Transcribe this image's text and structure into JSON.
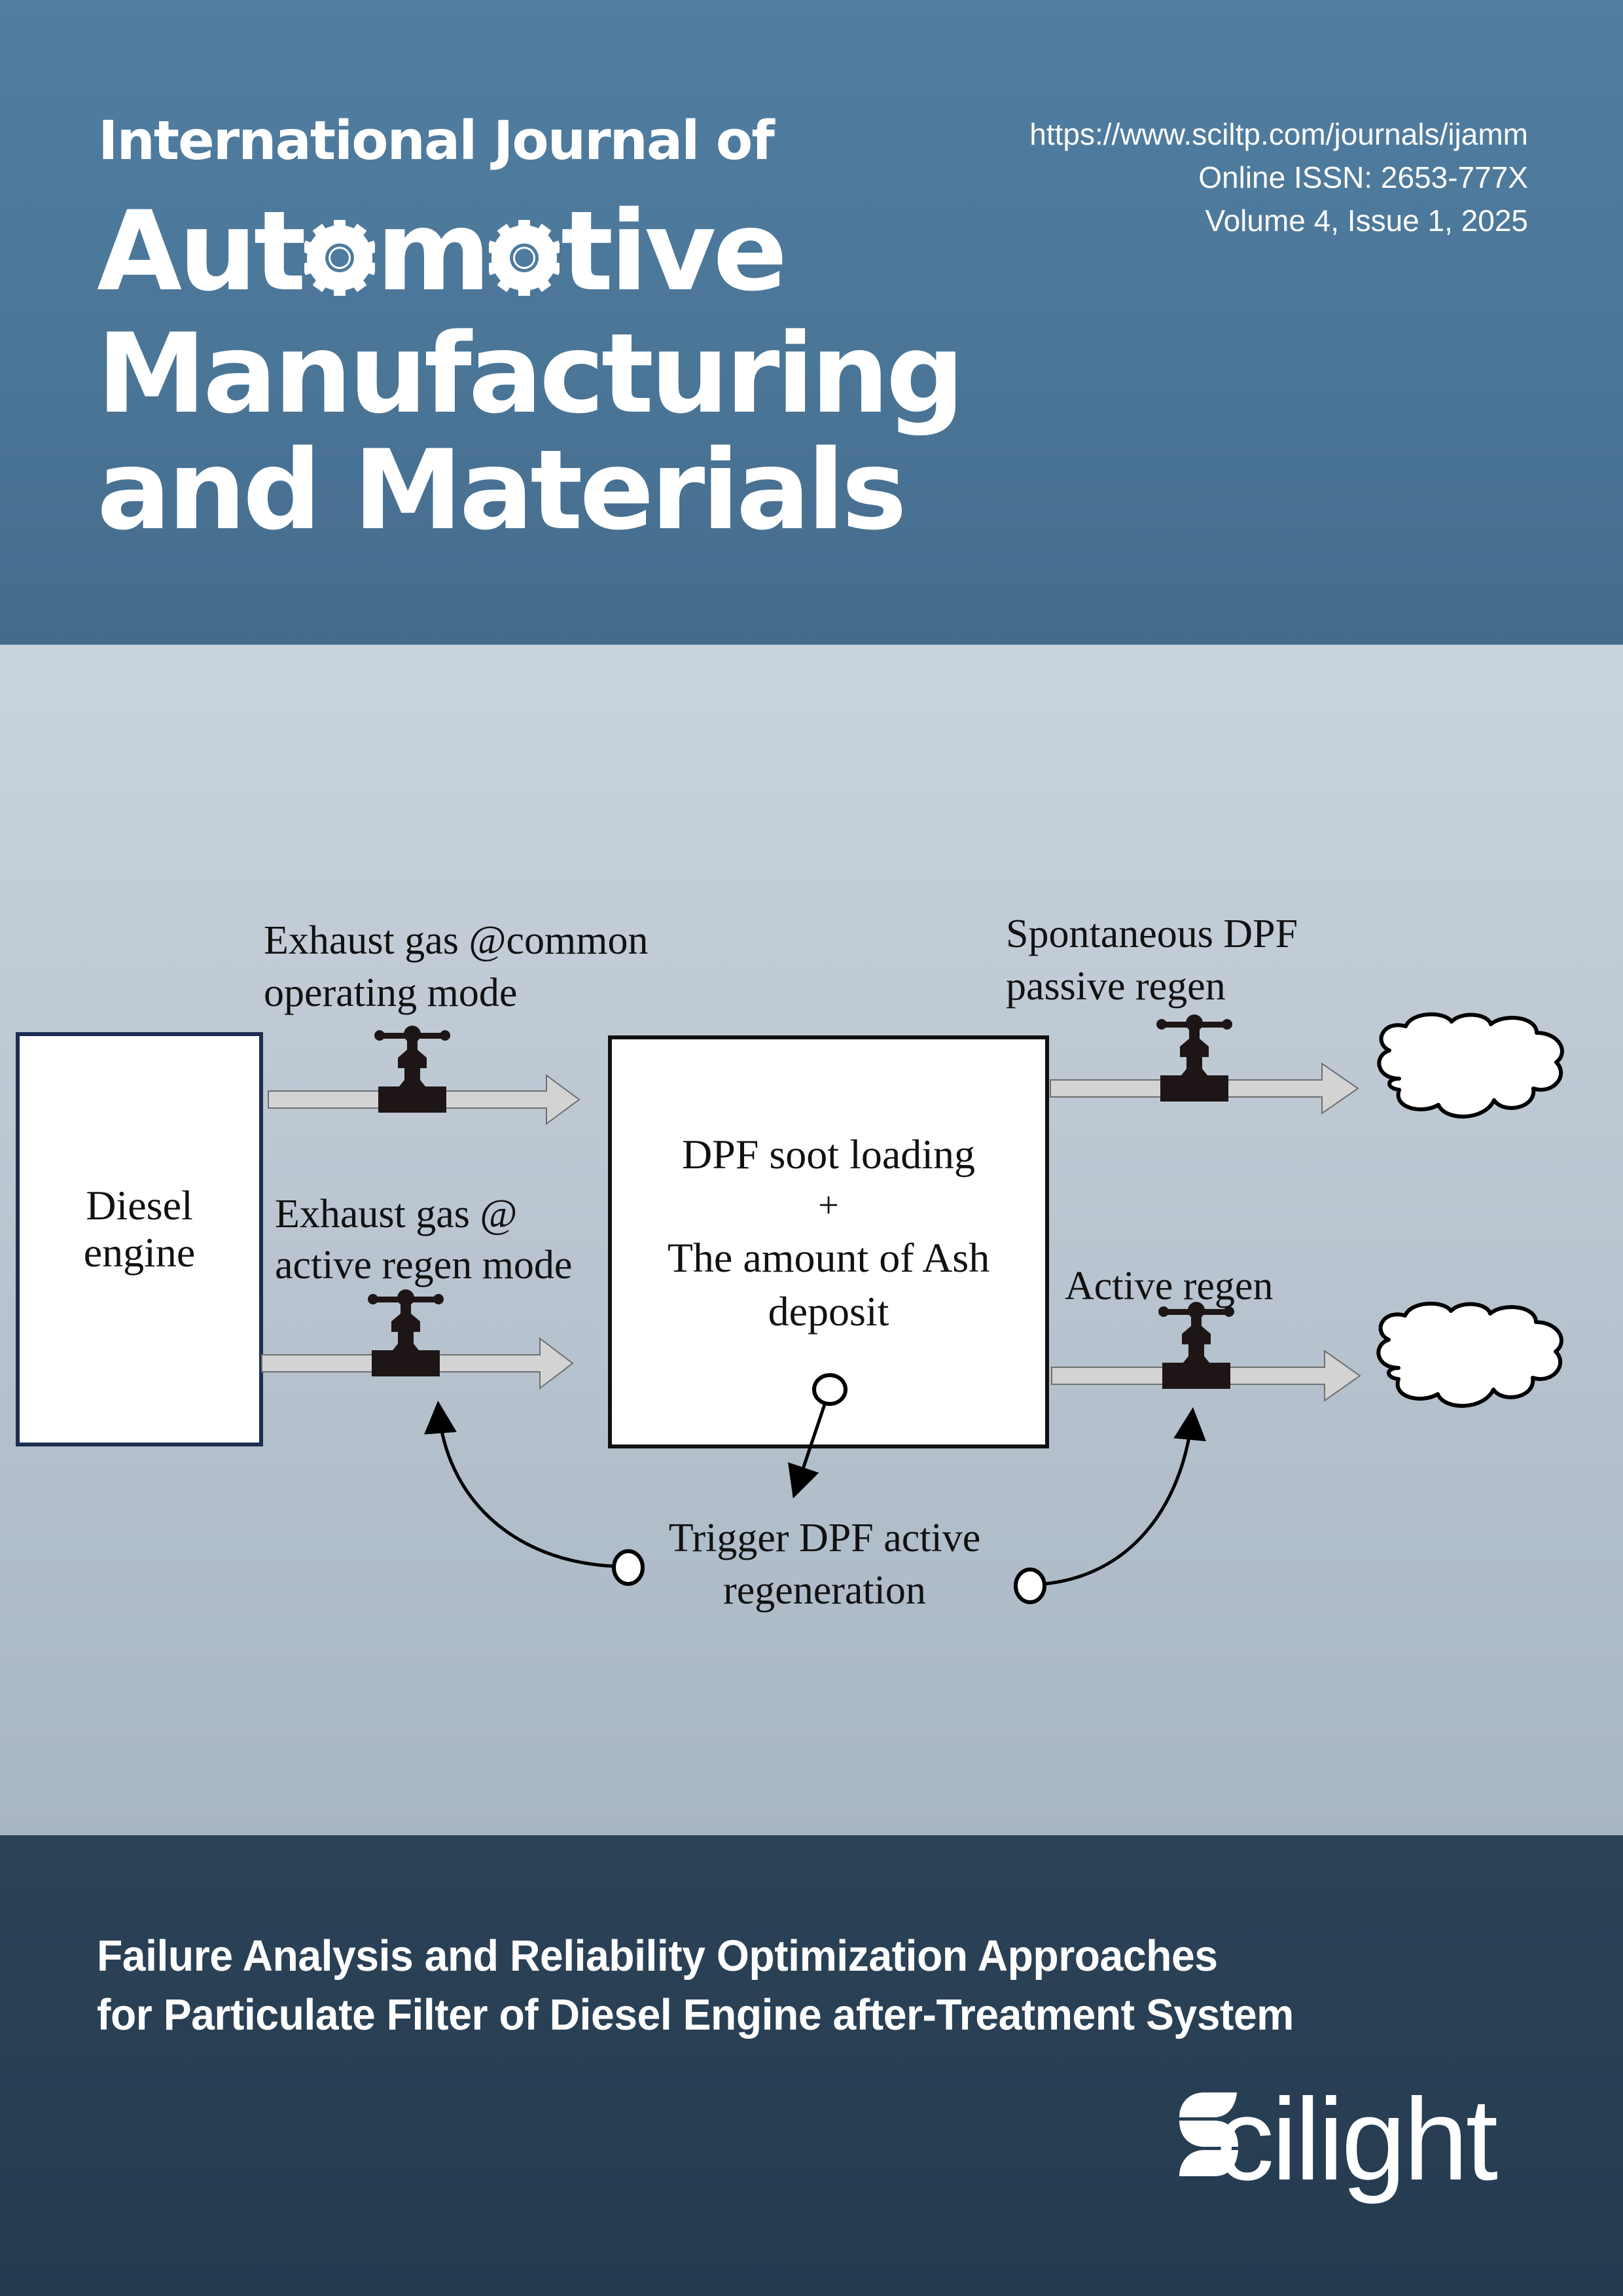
{
  "journal": {
    "prefix": "International Journal of",
    "title_line1_parts": [
      "Aut",
      "o",
      "m",
      "o",
      "tive"
    ],
    "title_line2": "Manufacturing",
    "title_line3": "and Materials",
    "gear_icon": "gear-icon",
    "url": "https://www.sciltp.com/journals/ijamm",
    "issn": "Online ISSN: 2653-777X",
    "volume": "Volume 4, Issue 1, 2025"
  },
  "diagram": {
    "engine_box": {
      "line1": "Diesel",
      "line2": "engine"
    },
    "dpf_box": {
      "line1": "DPF soot loading",
      "line2": "+",
      "line3": "The amount of Ash",
      "line4": "deposit"
    },
    "labels": {
      "common_mode_1": "Exhaust gas @common",
      "common_mode_2": "operating mode",
      "active_mode_1": "Exhaust gas @",
      "active_mode_2": "active regen mode",
      "passive_1": "Spontaneous DPF",
      "passive_2": "passive regen",
      "active_regen": "Active regen",
      "trigger_1": "Trigger DPF active",
      "trigger_2": "regeneration"
    },
    "icons": {
      "valve": "valve-icon",
      "cloud": "cloud-icon",
      "arrow": "flow-arrow-icon"
    },
    "colors": {
      "pipe": "#d3d3d3",
      "valve": "#1e1616",
      "box_border_engine": "#1c2d52",
      "box_border_dpf": "#111111"
    }
  },
  "article": {
    "title_line1": "Failure Analysis and Reliability Optimization Approaches",
    "title_line2": "for Particulate Filter of Diesel Engine after-Treatment System"
  },
  "publisher": {
    "name": "cilight",
    "logo_icon": "scilight-s-icon"
  },
  "colors": {
    "header_top": "#517ea1",
    "header_bottom": "#456b8c",
    "middle_top": "#c9d3dc",
    "middle_bottom": "#a9b6c4",
    "footer_top": "#2c4257",
    "footer_bottom": "#243a4f"
  }
}
